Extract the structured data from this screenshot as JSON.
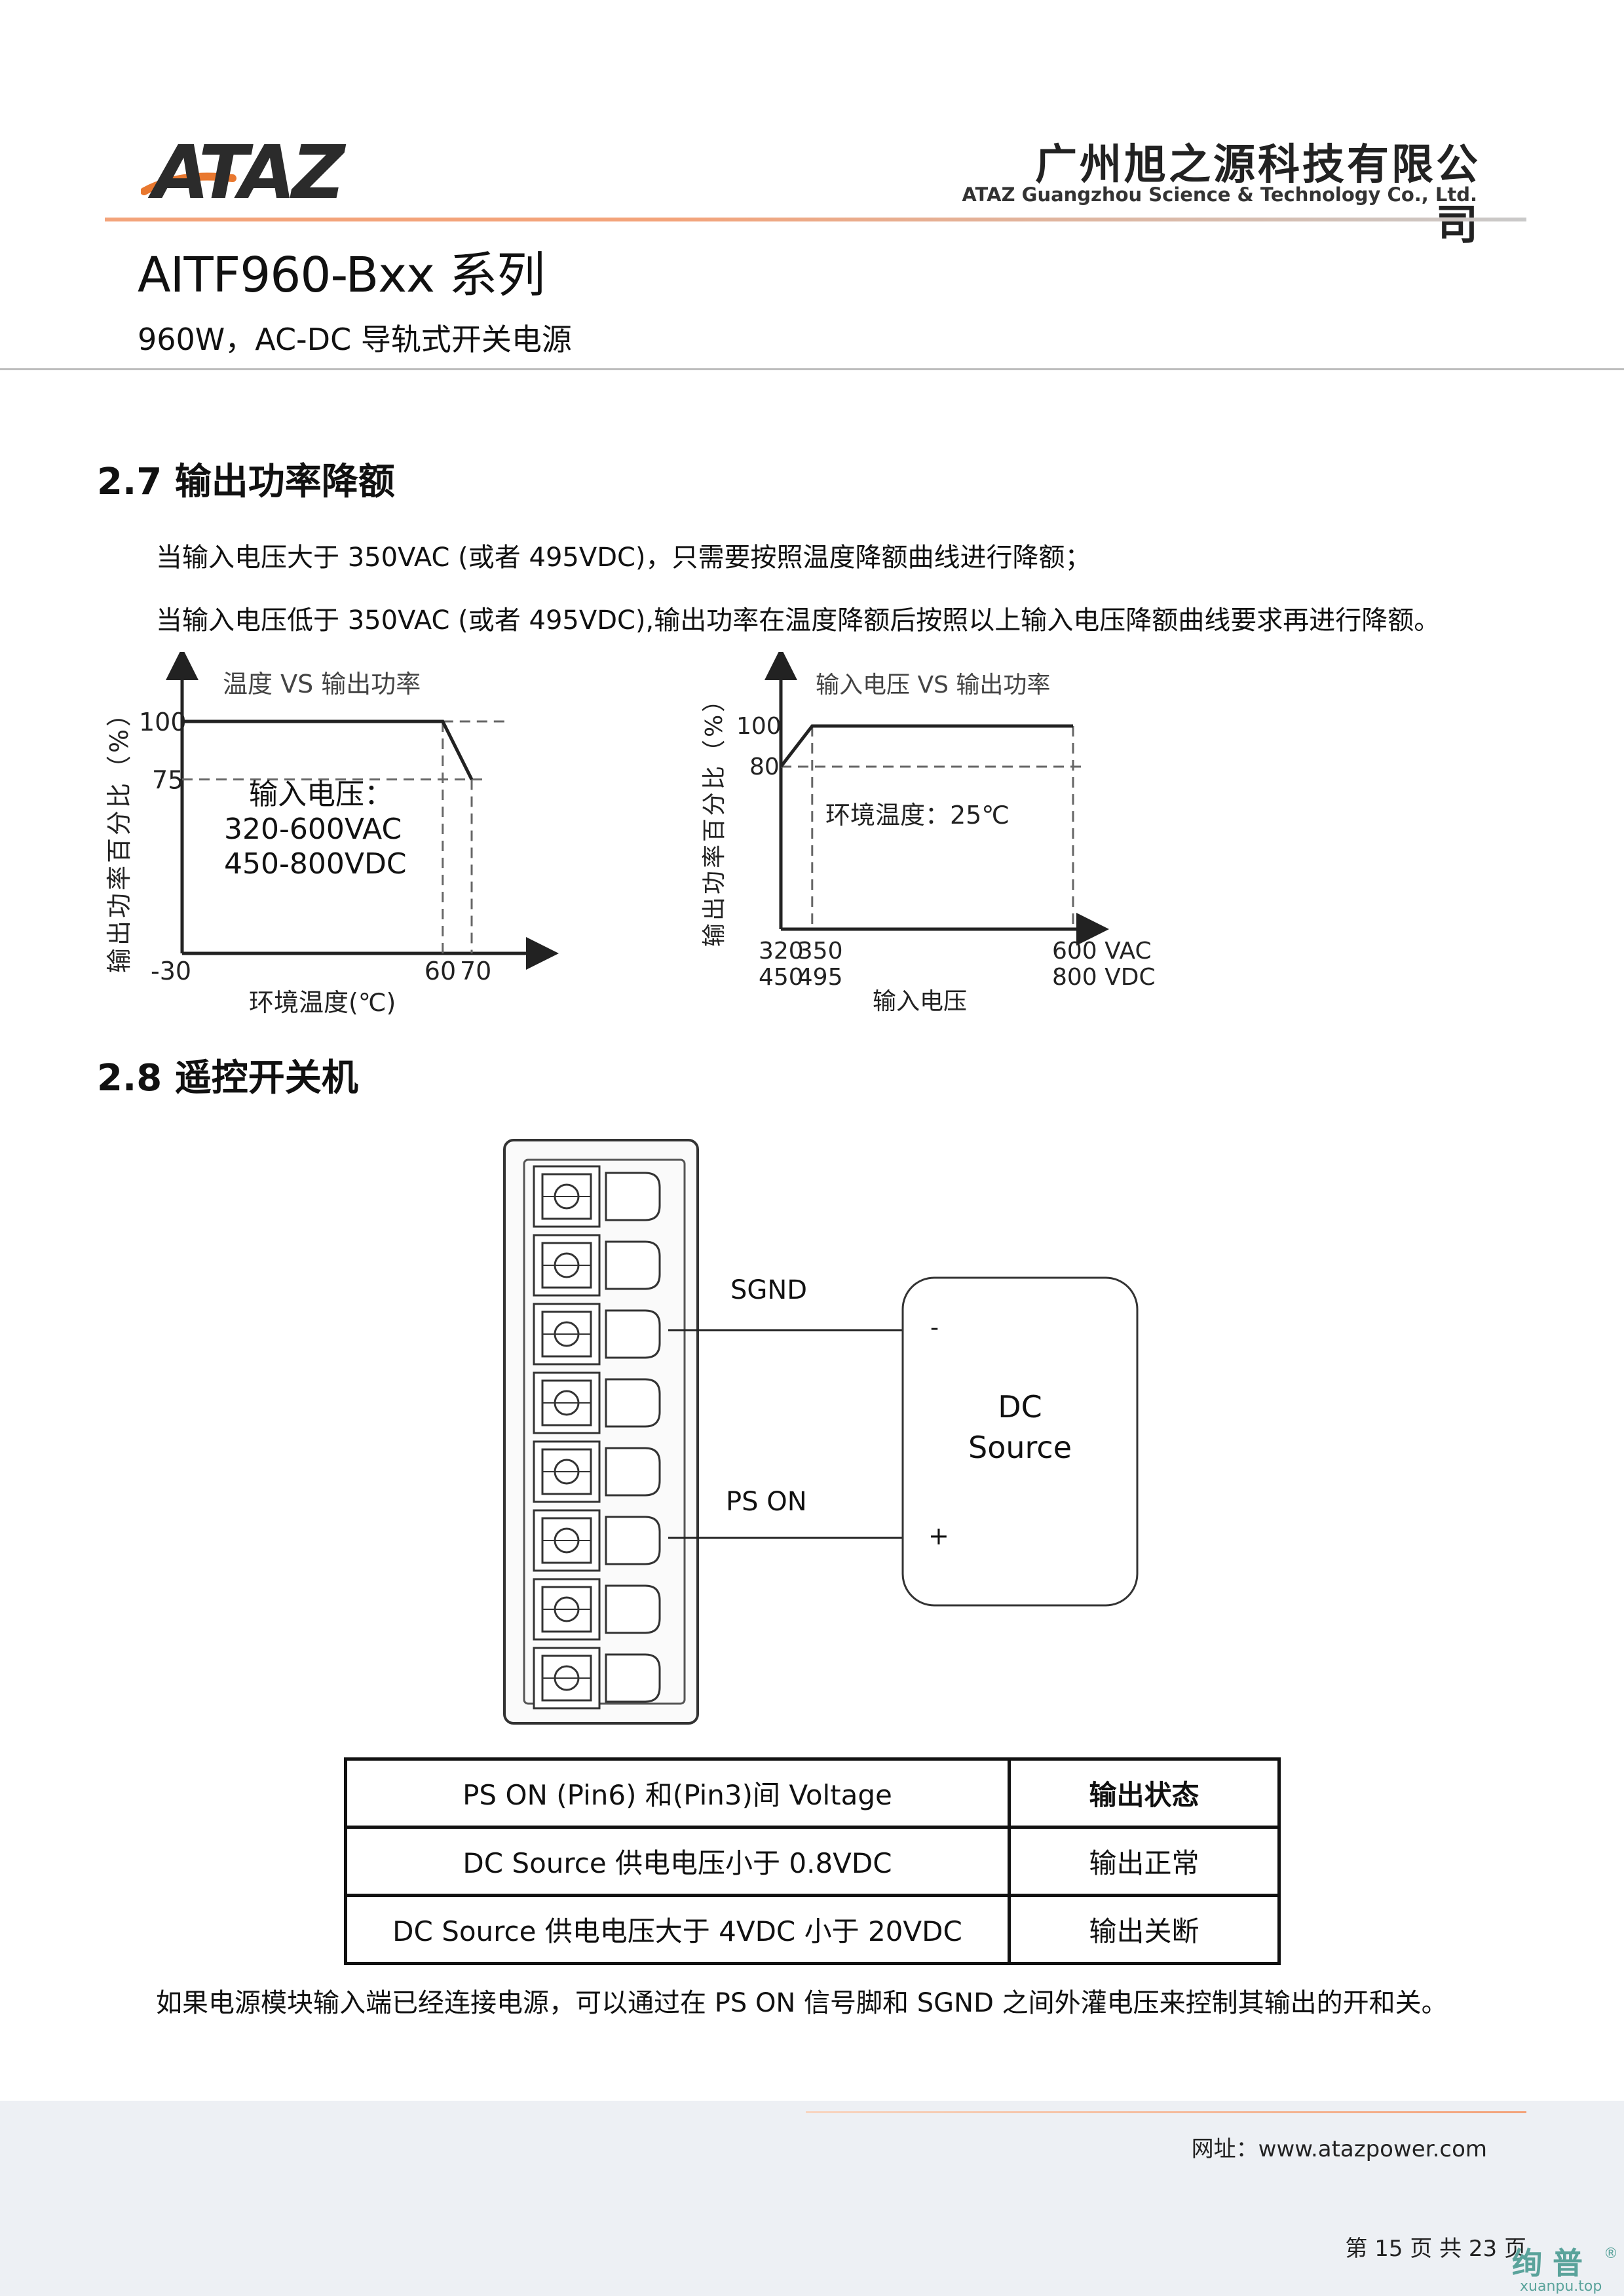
{
  "header": {
    "logo_text": "ATAZ",
    "company_cn": "广州旭之源科技有限公司",
    "company_en": "ATAZ Guangzhou Science & Technology Co., Ltd.",
    "series_title": "AITF960-Bxx 系列",
    "series_subtitle": "960W，AC-DC 导轨式开关电源"
  },
  "colors": {
    "accent": "#f3a37a",
    "logo_orange": "#e9782f",
    "logo_dark": "#2b2b2b",
    "footer_bg": "#edf0f4"
  },
  "section_27": {
    "heading": "2.7  输出功率降额",
    "line1": "当输入电压大于 350VAC (或者 495VDC)，只需要按照温度降额曲线进行降额；",
    "line2": "当输入电压低于 350VAC (或者 495VDC),输出功率在温度降额后按照以上输入电压降额曲线要求再进行降额。"
  },
  "chart_data": [
    {
      "type": "line",
      "title": "温度 VS 输出功率",
      "xlabel": "环境温度(℃)",
      "ylabel": "输出功率百分比（%）",
      "x_ticks": [
        "-30",
        "60",
        "70"
      ],
      "y_ticks": [
        "100",
        "75"
      ],
      "series": [
        {
          "x": [
            -30,
            60,
            70
          ],
          "y": [
            100,
            100,
            75
          ]
        }
      ],
      "annotation": [
        "输入电压：",
        "320-600VAC",
        "450-800VDC"
      ]
    },
    {
      "type": "line",
      "title": "输入电压 VS 输出功率",
      "xlabel": "输入电压",
      "ylabel": "输出功率百分比（%）",
      "x_ticks_ac": [
        "320",
        "350",
        "600 VAC"
      ],
      "x_ticks_dc": [
        "450",
        "495",
        "800 VDC"
      ],
      "y_ticks": [
        "100",
        "80"
      ],
      "series": [
        {
          "x": [
            320,
            350,
            600
          ],
          "y": [
            80,
            100,
            100
          ]
        }
      ],
      "annotation": "环境温度：25℃"
    }
  ],
  "section_28": {
    "heading": "2.8  遥控开关机",
    "diagram": {
      "sgnd_label": "SGND",
      "pson_label": "PS ON",
      "source_label_1": "DC",
      "source_label_2": "Source",
      "minus": "-",
      "plus": "+"
    },
    "table": {
      "headers": [
        "PS ON (Pin6)  和(Pin3)间 Voltage",
        "输出状态"
      ],
      "rows": [
        [
          "DC Source 供电电压小于 0.8VDC",
          "输出正常"
        ],
        [
          "DC Source 供电电压大于 4VDC 小于 20VDC",
          "输出关断"
        ]
      ]
    },
    "note": "如果电源模块输入端已经连接电源，可以通过在 PS ON 信号脚和 SGND 之间外灌电压来控制其输出的开和关。"
  },
  "footer": {
    "website": "网址：www.atazpower.com",
    "page": "第 15 页 共 23 页",
    "watermark_cn": "绚 普",
    "watermark_en": "xuanpu.top",
    "watermark_mark": "®"
  }
}
